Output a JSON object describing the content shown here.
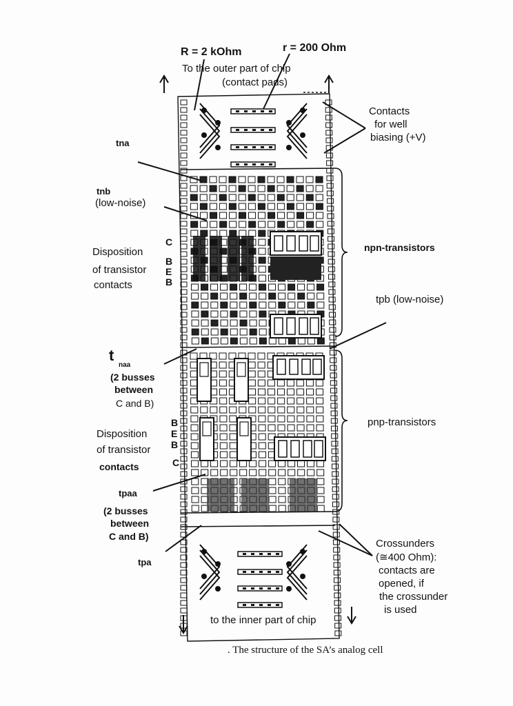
{
  "top": {
    "r_big": "R = 2 kOhm",
    "r_small": "r = 200 Ohm",
    "outer_line1": "To the outer part of chip",
    "outer_line2": "(contact pads)"
  },
  "labels": {
    "contacts_well": [
      "Contacts",
      "for well",
      "biasing (+V)"
    ],
    "tna": "tna",
    "tnb": "tnb",
    "tnb_sub": "(low-noise)",
    "disposition_top": [
      "Disposition",
      "of transistor",
      "contacts"
    ],
    "npn": "npn-transistors",
    "tpb": "tpb (low-noise)",
    "tnaa_t": "t",
    "tnaa_sub": "naa",
    "tnaa_desc": [
      "(2 busses",
      "between",
      "C and B)"
    ],
    "pnp": "pnp-transistors",
    "disposition_bottom": [
      "Disposition",
      "of transistor",
      "contacts"
    ],
    "tpaa": "tpaa",
    "tpaa_desc": [
      "(2 busses",
      "between",
      "C and B)"
    ],
    "tpa": "tpa",
    "crossunders": [
      "Crossunders",
      "(≅400 Ohm):",
      "contacts are",
      "opened, if",
      "the crossunder",
      "is used"
    ],
    "inner": "to the inner part of chip",
    "letters_top": [
      "C",
      "B",
      "E",
      "B"
    ],
    "letters_bottom": [
      "B",
      "E",
      "B",
      "C"
    ]
  },
  "caption": ". The structure of the SA’s analog cell"
}
